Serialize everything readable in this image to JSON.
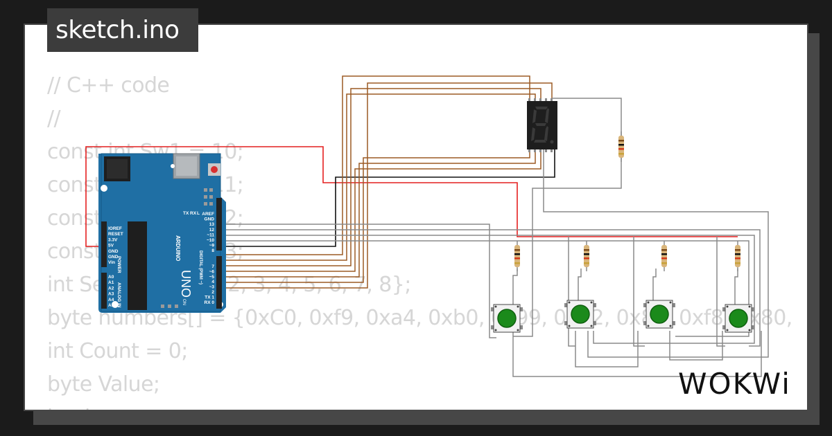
{
  "file_tab": {
    "label": "sketch.ino"
  },
  "code_lines": [
    "// C++ code",
    "//",
    "const int Sw1 = 10;",
    "const int Sw2 = 11;",
    "const int Sw3 = 12;",
    "const int Sw4 = 13;",
    "int Segment[] = {2, 3, 4, 5, 6, 7, 8};",
    "byte numbers[] = {0xC0, 0xf9, 0xa4, 0xb0, 0x99, 0x92, 0x82, 0xf8, 0x80,",
    "int Count = 0;",
    "byte Value;",
    "boolean"
  ],
  "board": {
    "name": "UNO",
    "brand": "ARDUINO",
    "power_header_label": "POWER",
    "analog_header_label": "ANALOG IN",
    "digital_header_label": "DIGITAL (PWM ~)",
    "on_label": "ON",
    "power_pins": [
      "IOREF",
      "RESET",
      "3.3V",
      "5V",
      "GND",
      "GND",
      "Vin"
    ],
    "analog_pins": [
      "A0",
      "A1",
      "A2",
      "A3",
      "A4",
      "A5"
    ],
    "digital_pins_top": [
      "AREF",
      "GND",
      "13",
      "12",
      "~11",
      "~10",
      "~9",
      "8"
    ],
    "digital_pins_bottom": [
      "7",
      "~6",
      "~5",
      "4",
      "~3",
      "2",
      "TX 1",
      "RX 0"
    ],
    "led_labels": [
      "TX",
      "RX",
      "L"
    ]
  },
  "brand_logo": "WOKWi",
  "colors": {
    "board_blue": "#1f6fa4",
    "wire_red": "#e41f1f",
    "wire_brown": "#9b5a24",
    "wire_black": "#111111",
    "wire_gray": "#8a8a8a",
    "button_green": "#1b8a1b",
    "display_red_off": "#3a3a3a"
  }
}
